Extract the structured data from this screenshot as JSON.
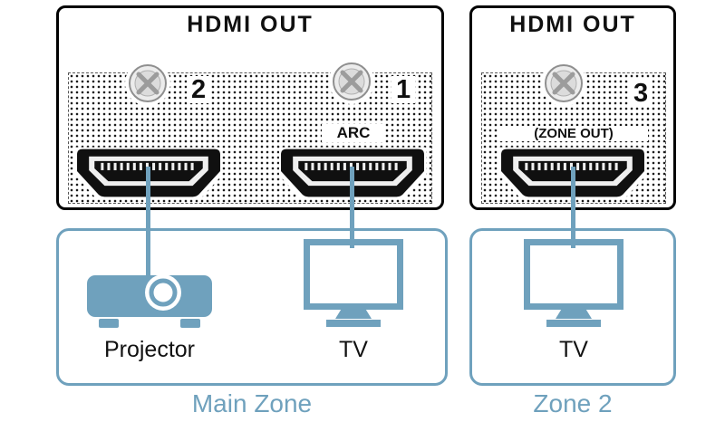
{
  "colors": {
    "accent": "#6fa1bd"
  },
  "panels": [
    {
      "title": "HDMI OUT",
      "ports": [
        {
          "number": "2"
        },
        {
          "number": "1",
          "sublabel": "ARC"
        }
      ]
    },
    {
      "title": "HDMI OUT",
      "ports": [
        {
          "number": "3",
          "sublabel": "(ZONE OUT)"
        }
      ]
    }
  ],
  "zones": [
    {
      "label": "Main Zone",
      "devices": [
        {
          "type": "projector",
          "label": "Projector"
        },
        {
          "type": "tv",
          "label": "TV"
        }
      ]
    },
    {
      "label": "Zone 2",
      "devices": [
        {
          "type": "tv",
          "label": "TV"
        }
      ]
    }
  ]
}
